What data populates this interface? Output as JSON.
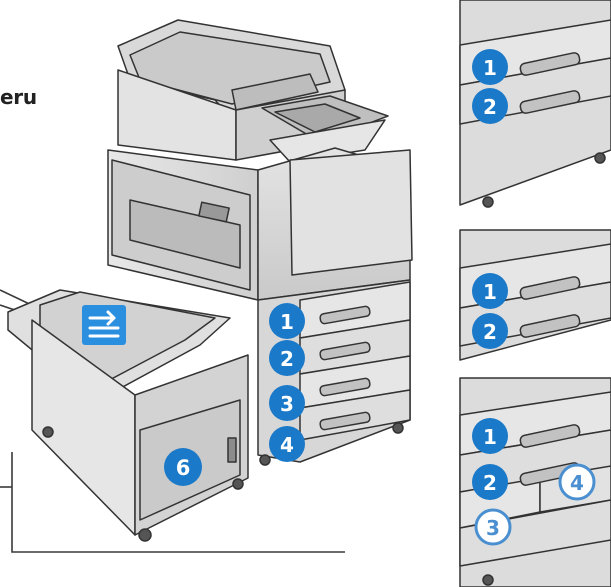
{
  "partial_label": "eru",
  "badges": {
    "main_tray_1": "1",
    "main_tray_2": "2",
    "main_tray_3": "3",
    "main_tray_4": "4",
    "main_tray_6": "6",
    "config_a_tray_1": "1",
    "config_a_tray_2": "2",
    "config_b_tray_1": "1",
    "config_b_tray_2": "2",
    "config_c_tray_1": "1",
    "config_c_tray_2": "2",
    "config_c_tray_3": "3",
    "config_c_tray_4": "4"
  },
  "colors": {
    "badge_blue": "#1b79c9",
    "badge_outline": "#4a8fd0",
    "body_gray": "#dcdcdc",
    "line_dark": "#3a3a3a",
    "bypass_icon": "#2b8fe0"
  }
}
